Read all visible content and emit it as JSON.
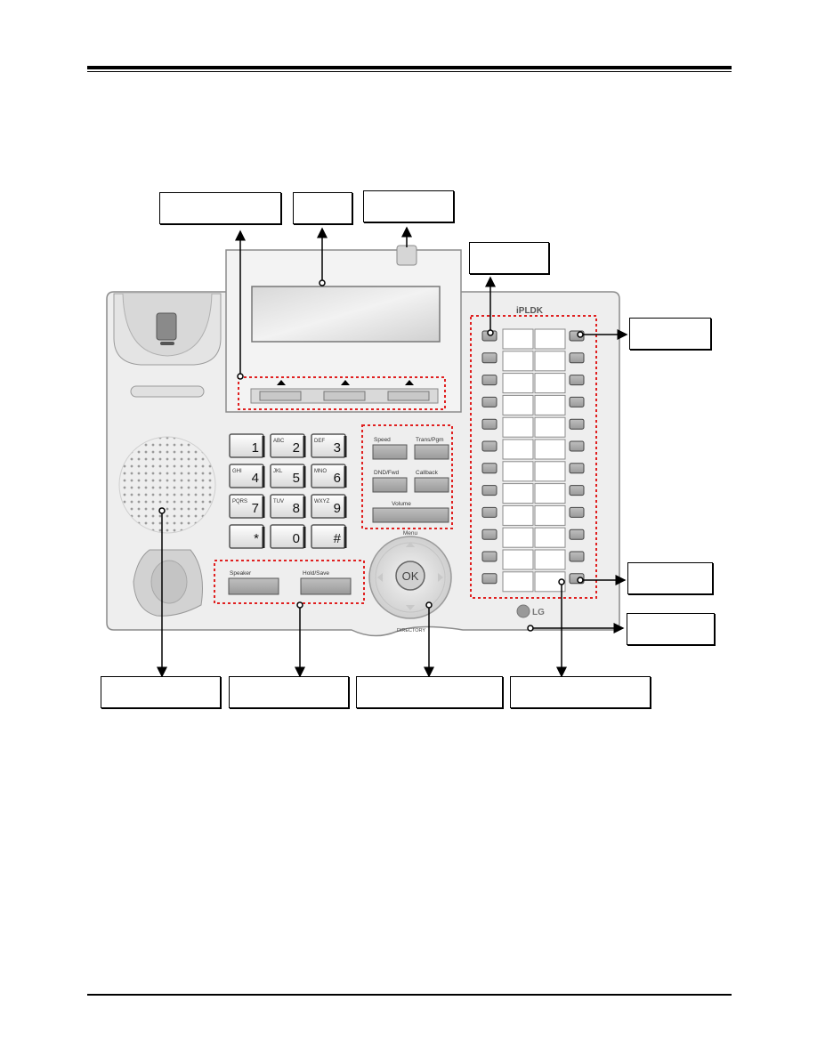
{
  "brand": {
    "series_logo": "iPLDK",
    "maker_logo": "LG"
  },
  "callouts": {
    "soft_buttons": "",
    "lcd": "",
    "message_lamp": "",
    "flex_button_column": "",
    "flex_button_led": "",
    "flex_button_bottom": "",
    "label_pocket": "",
    "speaker_grille": "",
    "speaker_hold_keys": "",
    "navigation_keys": "",
    "flexible_buttons": ""
  },
  "keypad": [
    {
      "digit": "1",
      "letters": ""
    },
    {
      "digit": "2",
      "letters": "ABC"
    },
    {
      "digit": "3",
      "letters": "DEF"
    },
    {
      "digit": "4",
      "letters": "GHI"
    },
    {
      "digit": "5",
      "letters": "JKL"
    },
    {
      "digit": "6",
      "letters": "MNO"
    },
    {
      "digit": "7",
      "letters": "PQRS"
    },
    {
      "digit": "8",
      "letters": "TUV"
    },
    {
      "digit": "9",
      "letters": "WXYZ"
    },
    {
      "digit": "*",
      "letters": ""
    },
    {
      "digit": "0",
      "letters": ""
    },
    {
      "digit": "#",
      "letters": ""
    }
  ],
  "function_keys": {
    "speed": "Speed",
    "trans_pgm": "Trans/Pgm",
    "dnd_fwd": "DND/Fwd",
    "callback": "Callback",
    "volume": "Volume",
    "speaker": "Speaker",
    "hold_save": "Hold/Save"
  },
  "navigation": {
    "ok": "OK",
    "menu": "Menu",
    "bottom_label": "DIRECTORY"
  }
}
